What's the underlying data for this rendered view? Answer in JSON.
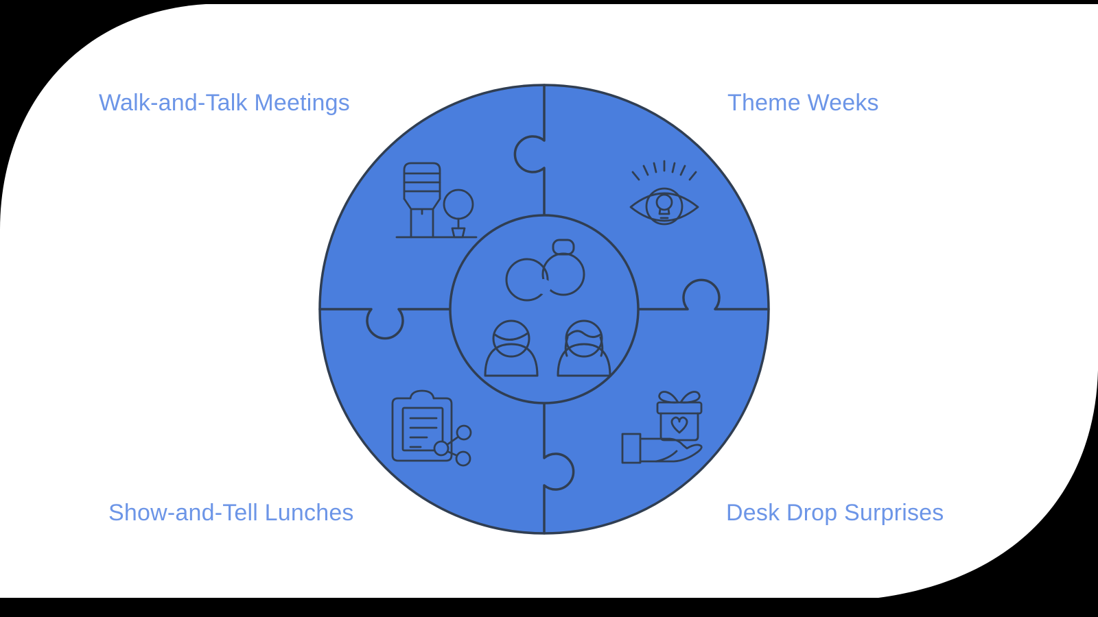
{
  "page": {
    "background_color": "#000000",
    "card_color": "#ffffff"
  },
  "diagram": {
    "type": "four-piece-puzzle-circle",
    "fill_color": "#4a7edd",
    "stroke_color": "#303e52",
    "label_color": "#6c95e7",
    "center": {
      "icon": "team-people-linked-rings-icon"
    },
    "quadrants": [
      {
        "position": "top-left",
        "label": "Walk-and-Talk Meetings",
        "icon": "water-cooler-plant-icon"
      },
      {
        "position": "top-right",
        "label": "Theme Weeks",
        "icon": "eye-lightbulb-icon"
      },
      {
        "position": "bottom-left",
        "label": "Show-and-Tell Lunches",
        "icon": "clipboard-share-icon"
      },
      {
        "position": "bottom-right",
        "label": "Desk Drop Surprises",
        "icon": "gift-in-hand-icon"
      }
    ]
  }
}
